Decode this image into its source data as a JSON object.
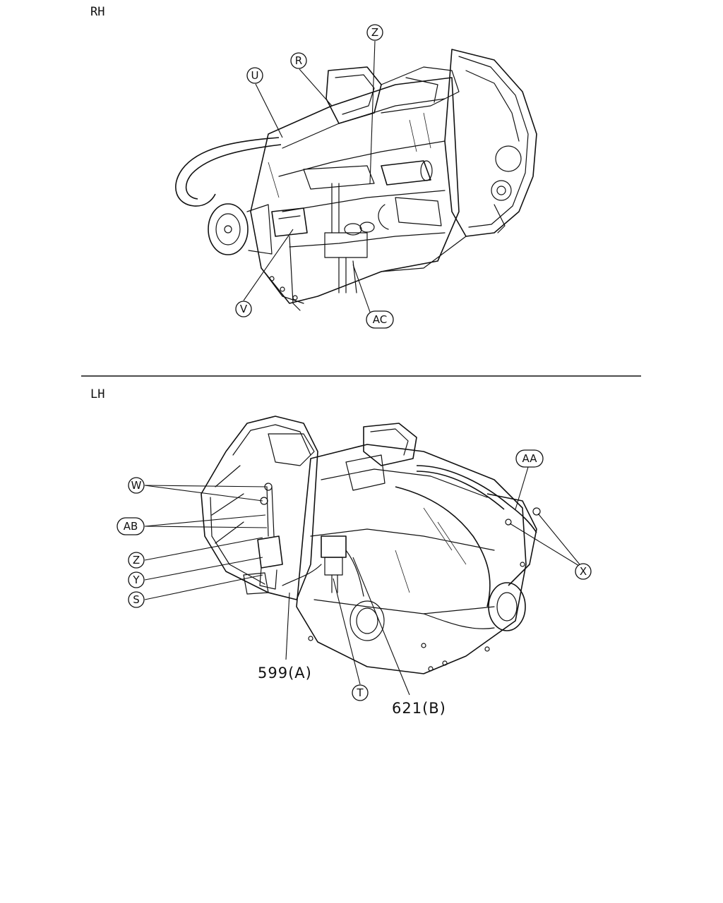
{
  "views": {
    "rh": {
      "label": "RH"
    },
    "lh": {
      "label": "LH"
    }
  },
  "callouts": {
    "rh_u": "U",
    "rh_r": "R",
    "rh_z": "Z",
    "rh_v": "V",
    "rh_ac": "AC",
    "lh_w": "W",
    "lh_ab": "AB",
    "lh_z": "Z",
    "lh_y": "Y",
    "lh_s": "S",
    "lh_t": "T",
    "lh_aa": "AA",
    "lh_x": "X"
  },
  "part_labels": {
    "part_599": "599(A)",
    "part_621": "621(B)"
  }
}
